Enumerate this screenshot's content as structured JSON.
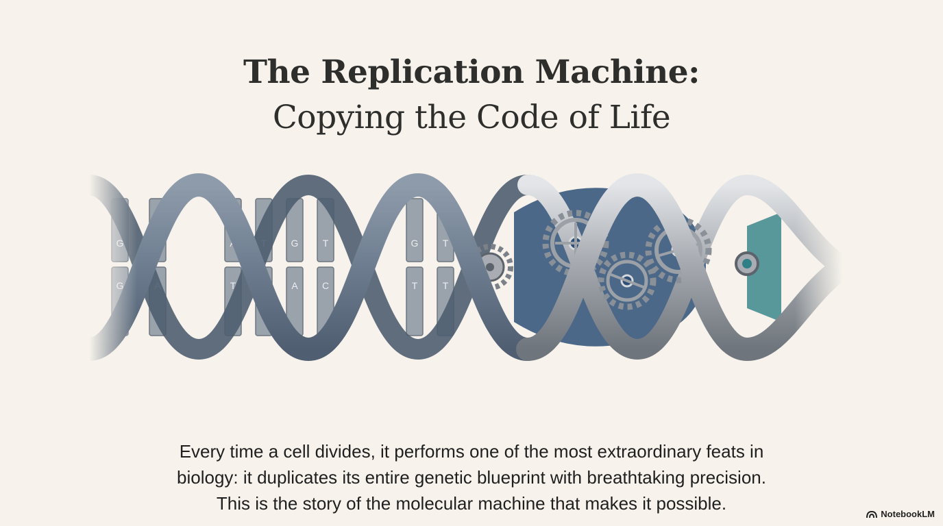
{
  "title": {
    "line1": "The Replication Machine:",
    "line2": "Copying the Code of Life"
  },
  "helix": {
    "base_pairs": [
      {
        "top": "G",
        "bottom": "G"
      },
      {
        "top": "T",
        "bottom": "A"
      },
      {
        "top": "A",
        "bottom": "T"
      },
      {
        "top": "T",
        "bottom": "C"
      },
      {
        "top": "G",
        "bottom": "A"
      },
      {
        "top": "T",
        "bottom": "C"
      },
      {
        "top": "G",
        "bottom": "T"
      },
      {
        "top": "T",
        "bottom": "T"
      }
    ],
    "colors": {
      "strand": "#6d7d8f",
      "strand_dark": "#4f5e70",
      "metal": "#a9adb3",
      "metal_dark": "#6f757c",
      "gear_blue": "#2e4f77",
      "teal": "#2f7f86",
      "base": "#9aa2ab"
    },
    "icons": [
      "gear-icon",
      "gear-icon",
      "gear-icon",
      "gear-icon",
      "gear-icon"
    ]
  },
  "description": {
    "line1": "Every time a cell divides, it performs one of the most extraordinary feats in",
    "line2": "biology: it duplicates its entire genetic blueprint with breathtaking precision.",
    "line3": "This is the story of the molecular machine that makes it possible."
  },
  "branding": {
    "label": "NotebookLM",
    "icon": "notebooklm-logo-icon"
  }
}
